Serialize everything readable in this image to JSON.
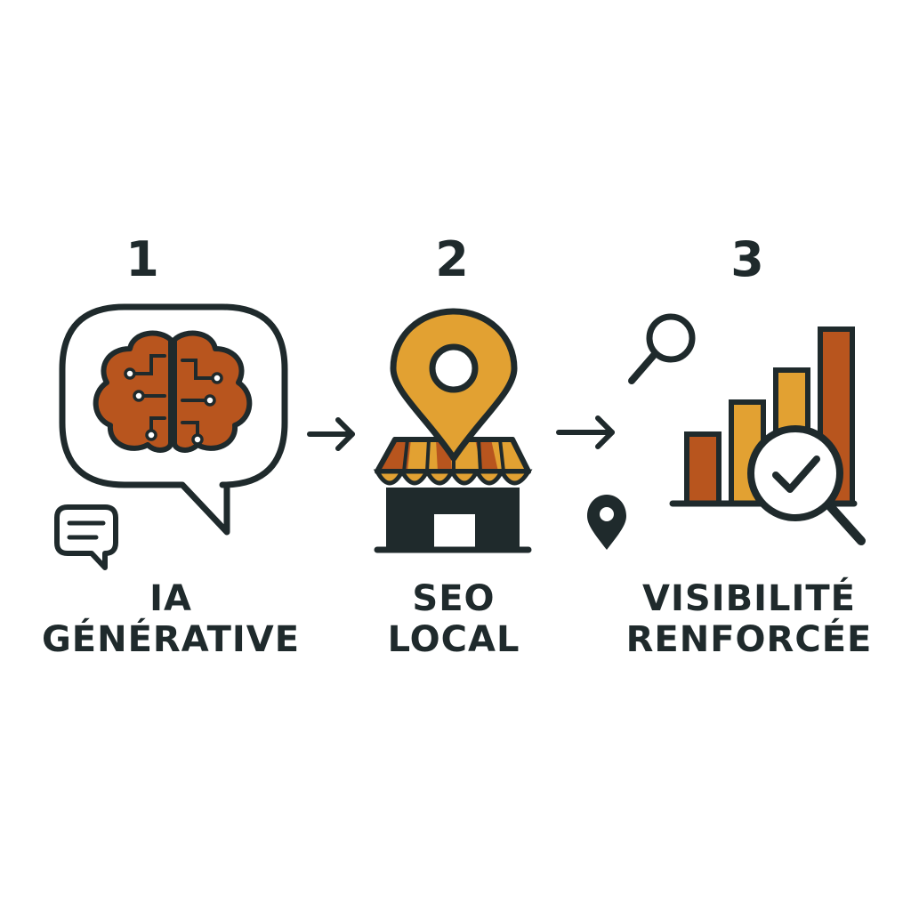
{
  "colors": {
    "ink": "#1f2a2c",
    "rust": "#b8551e",
    "amber": "#e2a132",
    "white": "#ffffff"
  },
  "steps": [
    {
      "number": "1",
      "label_line1": "IA",
      "label_line2": "GÉNÉRATIVE",
      "icon": "brain-in-speech-bubble-icon"
    },
    {
      "number": "2",
      "label_line1": "SEO",
      "label_line2": "LOCAL",
      "icon": "map-pin-over-storefront-icon"
    },
    {
      "number": "3",
      "label_line1": "VISIBILITÉ",
      "label_line2": "RENFORCÉE",
      "icon": "growth-bar-chart-with-magnifier-icon"
    }
  ],
  "decorations": [
    "chat-bubble-icon",
    "search-icon",
    "location-pin-icon",
    "arrow-right-icon"
  ]
}
